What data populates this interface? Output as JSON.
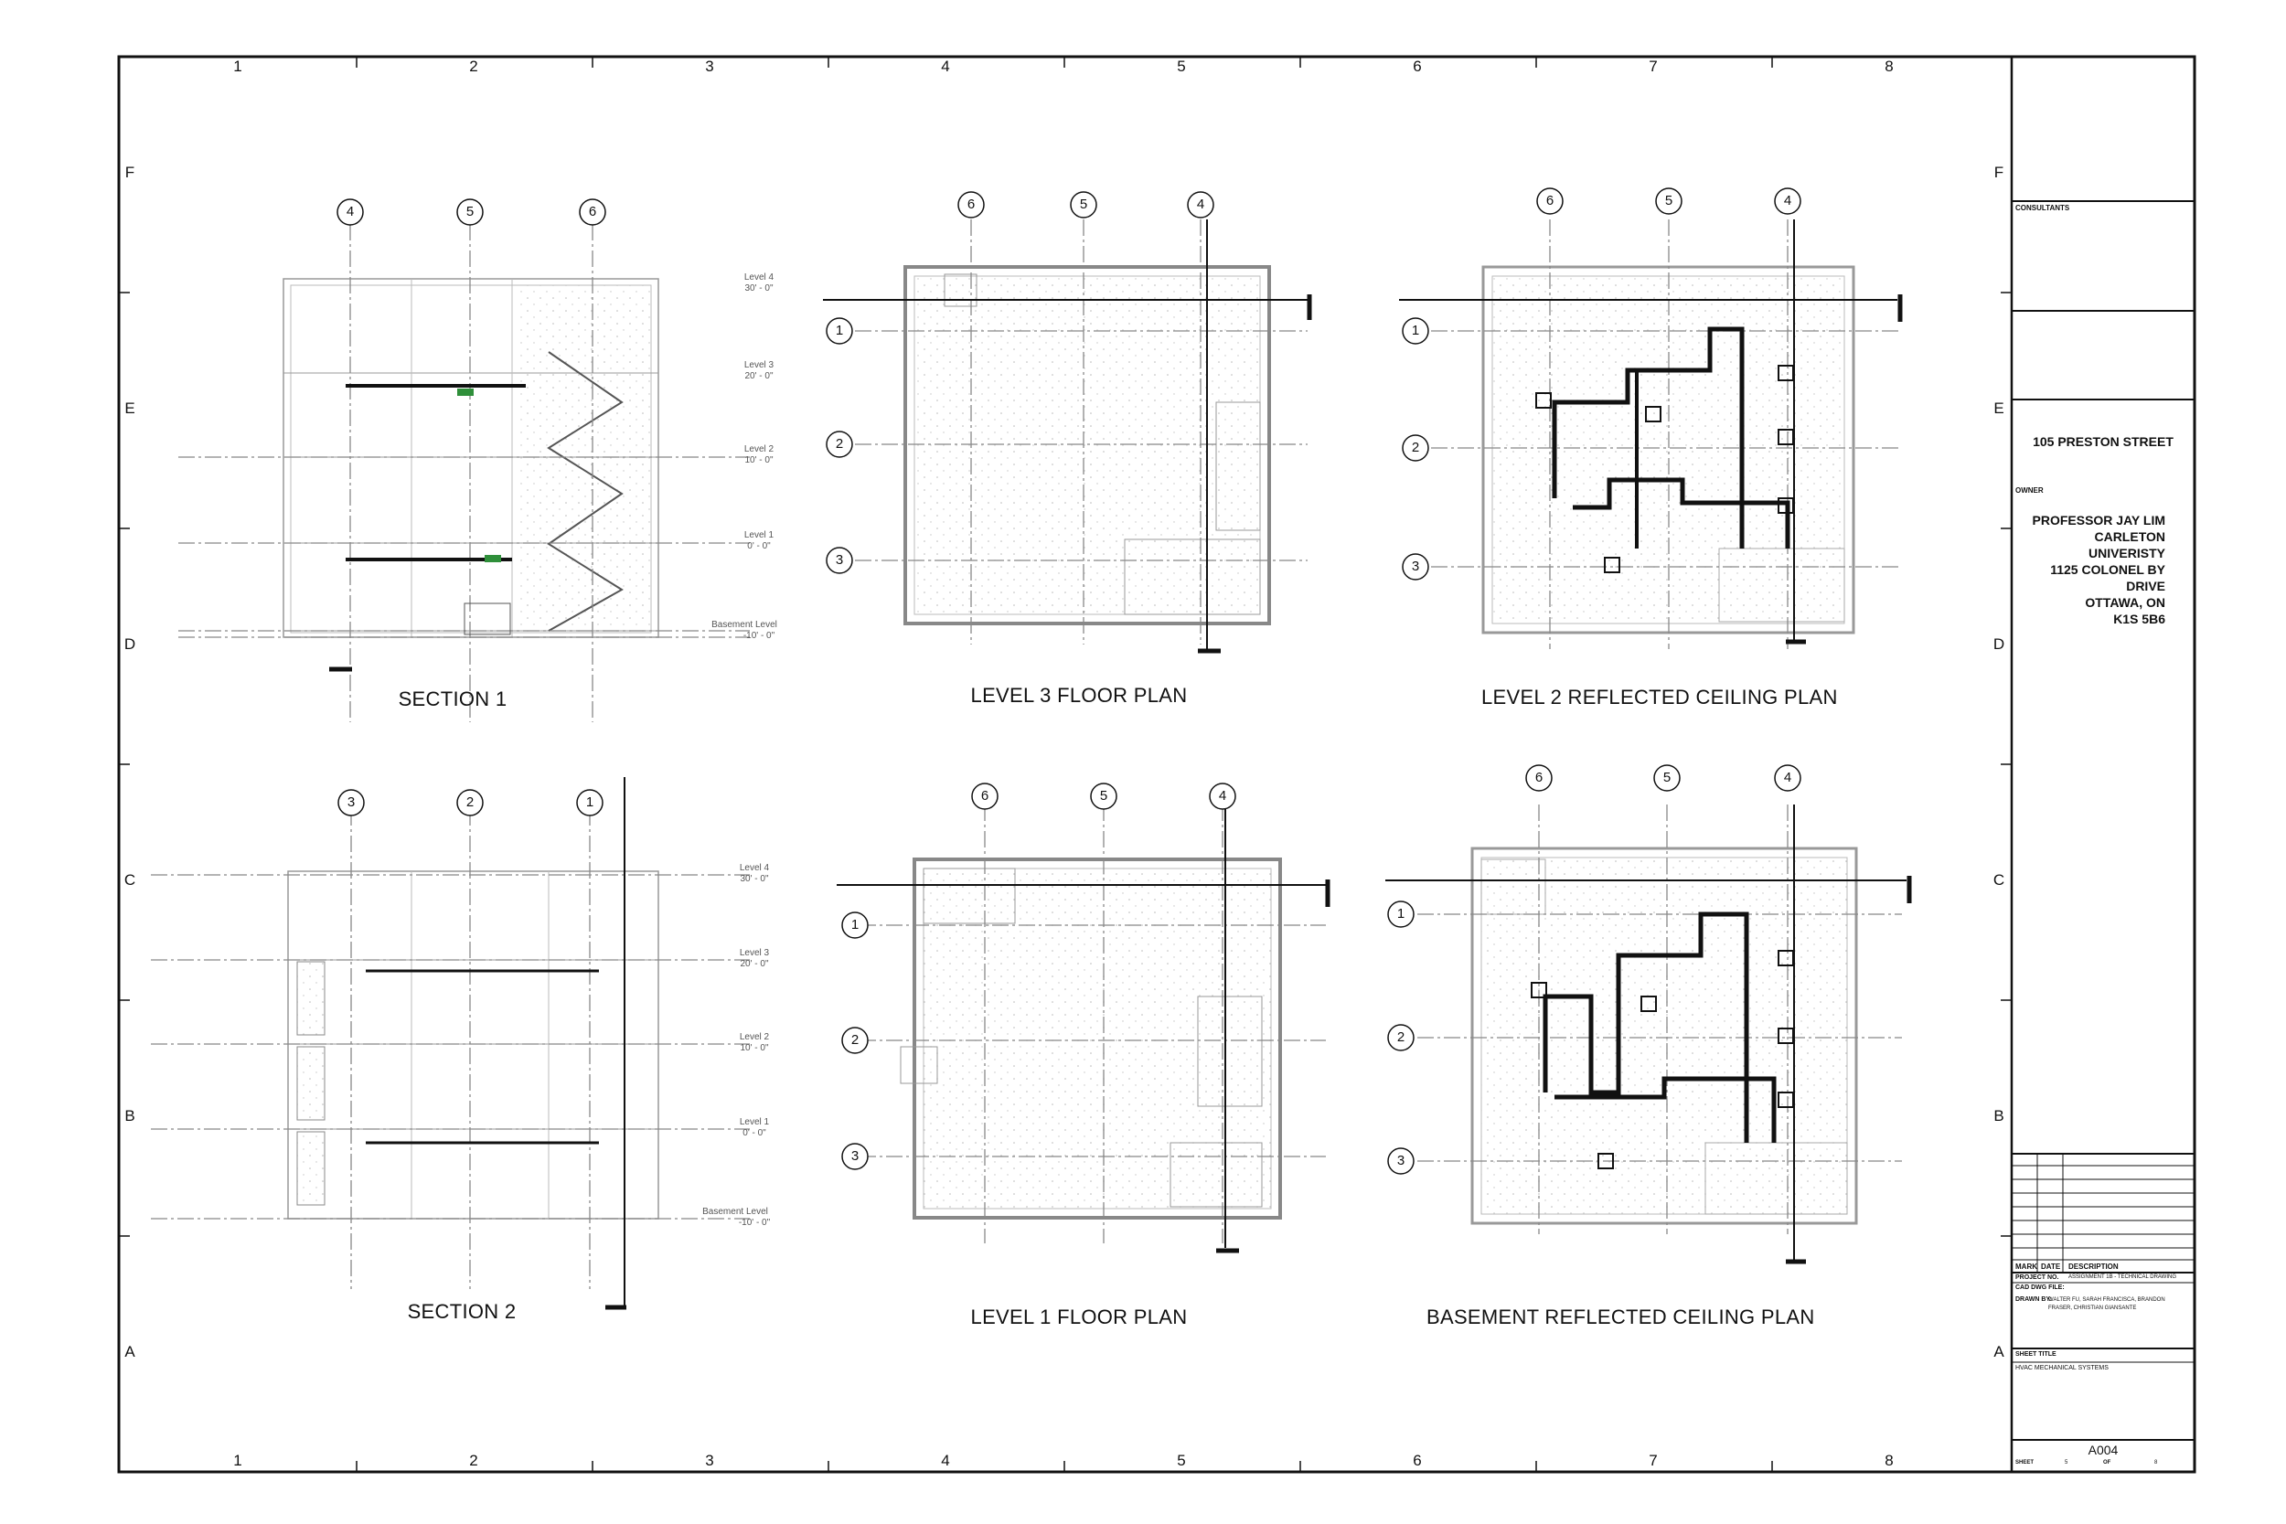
{
  "sheet": {
    "columns": [
      "1",
      "2",
      "3",
      "4",
      "5",
      "6",
      "7",
      "8"
    ],
    "rows": [
      "F",
      "E",
      "D",
      "C",
      "B",
      "A"
    ]
  },
  "views": {
    "section1": {
      "title": "SECTION 1",
      "grids": [
        "4",
        "5",
        "6"
      ],
      "levels": [
        {
          "name": "Level 4",
          "elev": "30' - 0\""
        },
        {
          "name": "Level 3",
          "elev": "20' - 0\""
        },
        {
          "name": "Level 2",
          "elev": "10' - 0\""
        },
        {
          "name": "Level 1",
          "elev": "0' - 0\""
        },
        {
          "name": "Basement Level",
          "elev": "-10' - 0\""
        }
      ]
    },
    "level3": {
      "title": "LEVEL 3 FLOOR PLAN",
      "col_grids": [
        "6",
        "5",
        "4"
      ],
      "row_grids": [
        "1",
        "2",
        "3"
      ]
    },
    "level2rcp": {
      "title": "LEVEL 2 REFLECTED CEILING PLAN",
      "col_grids": [
        "6",
        "5",
        "4"
      ],
      "row_grids": [
        "1",
        "2",
        "3"
      ]
    },
    "section2": {
      "title": "SECTION 2",
      "grids": [
        "3",
        "2",
        "1"
      ],
      "levels": [
        {
          "name": "Level 4",
          "elev": "30' - 0\""
        },
        {
          "name": "Level 3",
          "elev": "20' - 0\""
        },
        {
          "name": "Level 2",
          "elev": "10' - 0\""
        },
        {
          "name": "Level 1",
          "elev": "0' - 0\""
        },
        {
          "name": "Basement Level",
          "elev": "-10' - 0\""
        }
      ]
    },
    "level1": {
      "title": "LEVEL 1 FLOOR PLAN",
      "col_grids": [
        "6",
        "5",
        "4"
      ],
      "row_grids": [
        "1",
        "2",
        "3"
      ]
    },
    "basementrcp": {
      "title": "BASEMENT REFLECTED CEILING PLAN",
      "col_grids": [
        "6",
        "5",
        "4"
      ],
      "row_grids": [
        "1",
        "2",
        "3"
      ]
    }
  },
  "title_block": {
    "consultants_label": "CONSULTANTS",
    "project_address": "105 PRESTON STREET",
    "owner_label": "OWNER",
    "owner_lines": [
      "PROFESSOR JAY LIM",
      "CARLETON UNIVERISTY",
      "1125 COLONEL BY DRIVE",
      "OTTAWA, ON",
      "K1S 5B6"
    ],
    "revision_headers": {
      "mark": "MARK",
      "date": "DATE",
      "description": "DESCRIPTION"
    },
    "project_no_label": "PROJECT NO.",
    "project_no_value": "ASSIGNMENT 1B - TECHNICAL DRAWING",
    "cad_file_label": "CAD DWG FILE:",
    "drawn_by_label": "DRAWN BY:",
    "drawn_by_value": "WALTER FU, SARAH FRANCISCA, BRANDON FRASER, CHRISTIAN GIANSANTE",
    "sheet_title_label": "SHEET TITLE",
    "sheet_title_value": "HVAC MECHANICAL SYSTEMS",
    "sheet_number": "A004",
    "sheet_label": "SHEET",
    "sheet_index": "5",
    "of_label": "OF",
    "sheet_total": "8"
  },
  "colors": {
    "line": "#111111",
    "light": "#9a9a9a",
    "green": "#2f8f3a"
  }
}
